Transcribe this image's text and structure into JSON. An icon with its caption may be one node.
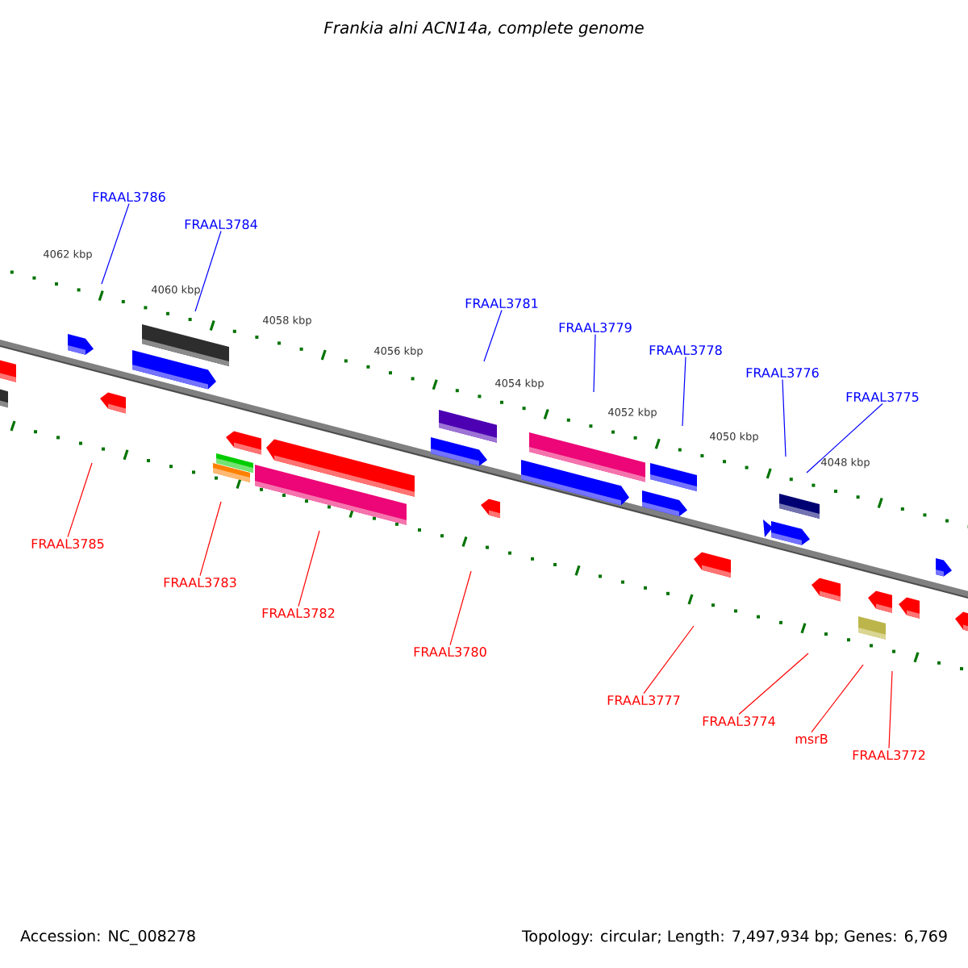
{
  "diagram": {
    "title": "Frankia alni ACN14a, complete genome",
    "nodes": [
      {
        "text": [
          "FRAAL3786"
        ]
      },
      {
        "text": [
          "FRAAL3784"
        ]
      },
      {
        "text": [
          "FRAAL3781"
        ]
      },
      {
        "text": [
          "FRAAL3779"
        ]
      },
      {
        "text": [
          "FRAAL3778"
        ]
      },
      {
        "text": [
          "FRAAL3776"
        ]
      },
      {
        "text": [
          "FRAAL3775"
        ]
      },
      {
        "text": [
          "FRAAL3785"
        ]
      },
      {
        "text": [
          "FRAAL3783"
        ]
      },
      {
        "text": [
          "FRAAL3782"
        ]
      },
      {
        "text": [
          "FRAAL3780"
        ]
      },
      {
        "text": [
          "FRAAL3777"
        ]
      },
      {
        "text": [
          "FRAAL3774"
        ]
      },
      {
        "text": [
          "msrB"
        ]
      },
      {
        "text": [
          "FRAAL3772"
        ]
      }
    ],
    "edges": [
      {
        "from": 0,
        "to": null,
        "arrow": "none",
        "color": "#0000ff"
      },
      {
        "from": 1,
        "to": null,
        "arrow": "none",
        "color": "#0000ff"
      },
      {
        "from": 2,
        "to": null,
        "arrow": "none",
        "color": "#0000ff"
      },
      {
        "from": 3,
        "to": null,
        "arrow": "none",
        "color": "#0000ff"
      },
      {
        "from": 4,
        "to": null,
        "arrow": "none",
        "color": "#0000ff"
      },
      {
        "from": 5,
        "to": null,
        "arrow": "none",
        "color": "#0000ff"
      },
      {
        "from": 6,
        "to": null,
        "arrow": "none",
        "color": "#0000ff"
      },
      {
        "from": 7,
        "to": null,
        "arrow": "none"
      },
      {
        "from": 8,
        "to": null,
        "arrow": "none"
      },
      {
        "from": 9,
        "to": null,
        "arrow": "none"
      },
      {
        "from": 10,
        "to": null,
        "arrow": "none"
      },
      {
        "from": 11,
        "to": null,
        "arrow": "none"
      },
      {
        "from": 12,
        "to": null,
        "arrow": "none"
      },
      {
        "from": 13,
        "to": null,
        "arrow": "none"
      },
      {
        "from": 14,
        "to": null,
        "arrow": "none"
      }
    ],
    "labels": [
      "4062 kbp",
      "4060 kbp",
      "4058 kbp",
      "4056 kbp",
      "4054 kbp",
      "4052 kbp",
      "4050 kbp",
      "4048 kbp",
      "Accession: NC_008278",
      "Topology: circular; Length: 7,497,934 bp; Genes: 6,769"
    ]
  }
}
